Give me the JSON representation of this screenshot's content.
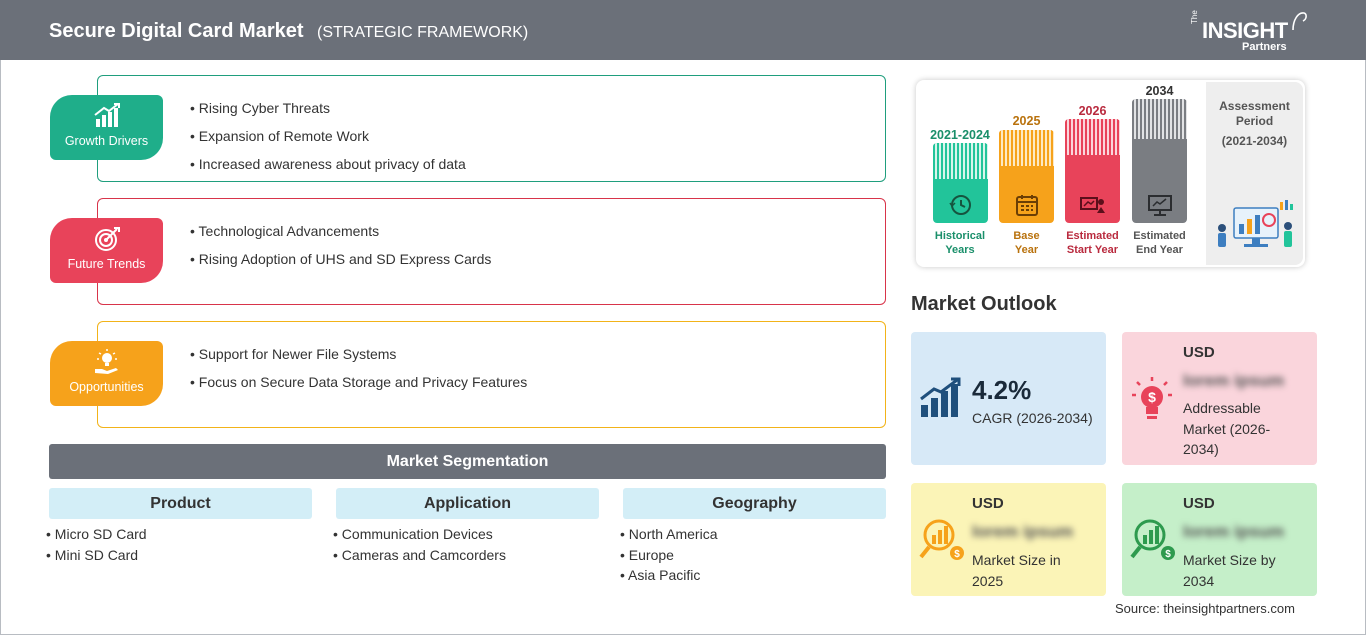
{
  "header": {
    "title": "Secure Digital Card Market",
    "subtitle": "(STRATEGIC FRAMEWORK)",
    "logo": {
      "the": "The",
      "main": "INSIGHT",
      "sub": "Partners"
    }
  },
  "strategic": [
    {
      "label": "Growth Drivers",
      "icon": "growth-chart-icon",
      "color": "#1fae8a",
      "border": "#1f9e7d",
      "items": [
        "Rising Cyber Threats",
        "Expansion of Remote Work",
        "Increased awareness about privacy of data"
      ]
    },
    {
      "label": "Future Trends",
      "icon": "target-icon",
      "color": "#e8435a",
      "border": "#d8344a",
      "items": [
        "Technological Advancements",
        "Rising Adoption of UHS and SD Express Cards"
      ]
    },
    {
      "label": "Opportunities",
      "icon": "lightbulb-hand-icon",
      "color": "#f6a21b",
      "border": "#f2b319",
      "items": [
        "Support for Newer File Systems",
        "Focus on Secure Data Storage and Privacy Features"
      ]
    }
  ],
  "segmentation": {
    "title": "Market Segmentation",
    "columns": [
      {
        "head": "Product",
        "items": [
          "Micro SD Card",
          "Mini SD Card"
        ]
      },
      {
        "head": "Application",
        "items": [
          "Communication Devices",
          "Cameras and Camcorders"
        ]
      },
      {
        "head": "Geography",
        "items": [
          "North America",
          "Europe",
          "Asia Pacific"
        ]
      }
    ]
  },
  "timeline": {
    "columns": [
      {
        "year": "2021-2024",
        "label1": "Historical",
        "label2": "Years",
        "color": "#22c49a",
        "text_color": "#1a8f6a",
        "icon": "history-clock-icon"
      },
      {
        "year": "2025",
        "label1": "Base",
        "label2": "Year",
        "color": "#f6a21b",
        "text_color": "#b9720d",
        "icon": "calendar-icon"
      },
      {
        "year": "2026",
        "label1": "Estimated",
        "label2": "Start Year",
        "color": "#e8435a",
        "text_color": "#b92a3e",
        "icon": "presentation-board-icon"
      },
      {
        "year": "2034",
        "label1": "Estimated",
        "label2": "End Year",
        "color": "#7a7d82",
        "text_color": "#555555",
        "icon": "monitor-chart-icon"
      }
    ],
    "assessment": {
      "title1": "Assessment",
      "title2": "Period",
      "period": "(2021-2034)"
    }
  },
  "outlook": {
    "title": "Market Outlook",
    "cagr": {
      "value": "4.2%",
      "label": "CAGR (2026-2034)",
      "bg": "#d7e9f7"
    },
    "addressable": {
      "usd": "USD",
      "value": "lorem ipsum",
      "label": "Addressable Market (2026-2034)",
      "bg": "#fad5dc"
    },
    "size2025": {
      "usd": "USD",
      "value": "lorem ipsum",
      "label": "Market Size in 2025",
      "bg": "#fbf4b7"
    },
    "size2034": {
      "usd": "USD",
      "value": "lorem ipsum",
      "label": "Market Size by 2034",
      "bg": "#c5efc9"
    }
  },
  "source": "Source: theinsightpartners.com"
}
